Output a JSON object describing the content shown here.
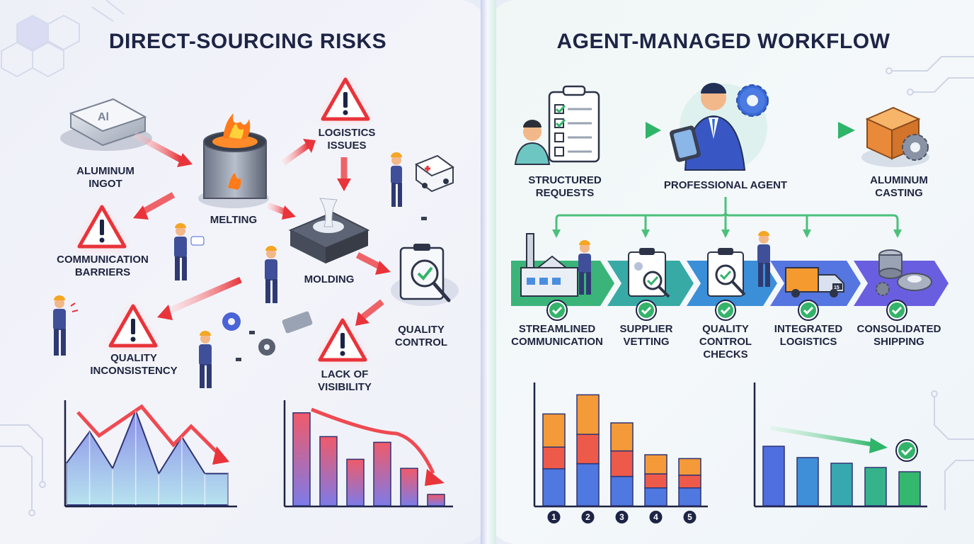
{
  "left": {
    "title": "DIRECT-SOURCING RISKS",
    "ingot_text": "Al",
    "labels": {
      "ingot": [
        "ALUMINUM",
        "INGOT"
      ],
      "melting": "MELTING",
      "logistics": [
        "LOGISTICS",
        "ISSUES"
      ],
      "molding": "MOLDING",
      "communication": [
        "COMMUNICATION",
        "BARRIERS"
      ],
      "quality_inconsistency": [
        "QUALITY",
        "INCONSISTENCY"
      ],
      "quality_control": [
        "QUALITY",
        "CONTROL"
      ],
      "visibility": [
        "LACK OF",
        "VISIBILITY"
      ]
    }
  },
  "right": {
    "title": "AGENT-MANAGED WORKFLOW",
    "labels": {
      "requests": [
        "STRUCTURED",
        "REQUESTS"
      ],
      "agent": "PROFESSIONAL AGENT",
      "casting": [
        "ALUMINUM",
        "CASTING"
      ]
    },
    "steps": [
      {
        "lines": [
          "STREAMLINED",
          "COMMUNICATION"
        ]
      },
      {
        "lines": [
          "SUPPLIER",
          "VETTING"
        ]
      },
      {
        "lines": [
          "QUALITY",
          "CONTROL",
          "CHECKS"
        ]
      },
      {
        "lines": [
          "INTEGRATED",
          "LOGISTICS"
        ]
      },
      {
        "lines": [
          "CONSOLIDATED",
          "SHIPPING"
        ]
      }
    ],
    "truck_text": "15"
  },
  "colors": {
    "risk_red": "#e8343a",
    "success_green": "#34b36a",
    "title": "#1d2445"
  },
  "chart_data": [
    {
      "type": "area",
      "x": [
        1,
        2,
        3,
        4,
        5,
        6,
        7,
        8
      ],
      "values": [
        4,
        7,
        3.5,
        9,
        3,
        6.5,
        3,
        3
      ],
      "trend": "down"
    },
    {
      "type": "bar",
      "values": [
        8.2,
        6.1,
        4.1,
        5.6,
        3.3,
        1.0
      ],
      "trend": "down"
    },
    {
      "type": "bar",
      "stacked": true,
      "categories": [
        "1",
        "2",
        "3",
        "4",
        "5"
      ],
      "series": [
        {
          "values": [
            2.6,
            3.1,
            2.2,
            1.5,
            1.3
          ]
        },
        {
          "values": [
            1.7,
            2.3,
            2.0,
            1.1,
            1.0
          ]
        },
        {
          "values": [
            2.9,
            3.3,
            2.3,
            1.4,
            1.4
          ]
        }
      ]
    },
    {
      "type": "bar",
      "values": [
        4.2,
        3.4,
        3.0,
        2.7,
        2.4
      ],
      "trend": "down",
      "badge": "check"
    }
  ]
}
